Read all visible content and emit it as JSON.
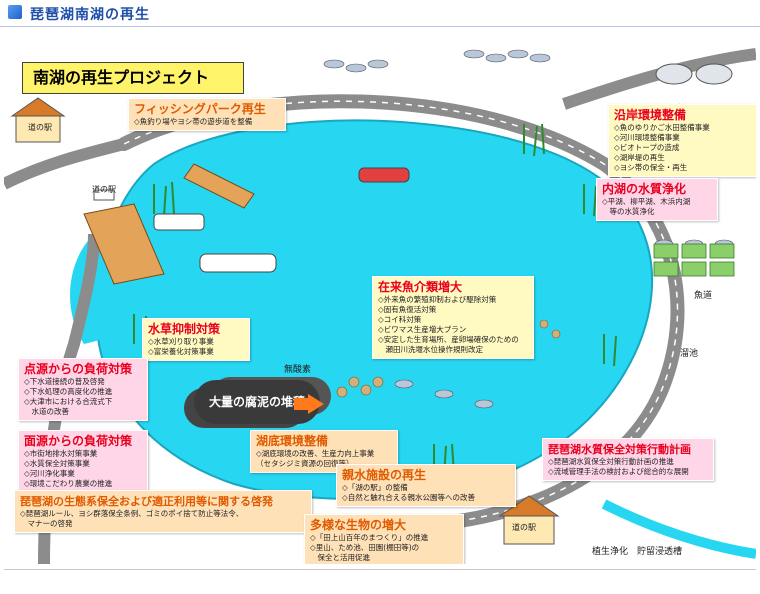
{
  "header": {
    "title": "琵琶湖南湖の再生"
  },
  "project_title": "南湖の再生プロジェクト",
  "map_labels": {
    "michi_no_eki_1": "道の駅",
    "michi_no_eki_2": "道の駅",
    "michi_no_eki_3": "道の駅",
    "fish_road": "魚道",
    "pond": "溜池",
    "low_oxygen": "無酸素",
    "treatment": "植生浄化　貯留浸透槽"
  },
  "sludge": "大量の腐泥の堆積",
  "boxes": {
    "fishing": {
      "title": "フィッシングパーク再生",
      "items": [
        "◇魚釣り場やヨシ帯の遊歩道を整備"
      ]
    },
    "shore": {
      "title": "沿岸環境整備",
      "items": [
        "◇魚のゆりかご水田整備事業",
        "◇河川環境整備事業",
        "◇ビオトープの造成",
        "◇湖岸堤の再生",
        "◇ヨシ帯の保全・再生"
      ]
    },
    "inner": {
      "title": "内湖の水質浄化",
      "items": [
        "◇平湖、柳平湖、木浜内湖",
        "　等の水質浄化"
      ]
    },
    "native": {
      "title": "在来魚介類増大",
      "items": [
        "◇外来魚の繁殖抑制および駆除対策",
        "◇固有魚復活対策",
        "◇コイ科対策",
        "◇ビワマス生産増大プラン",
        "◇安定した生育場所、産卵場確保のための",
        "　瀬田川洗堰水位操作規則改定"
      ]
    },
    "weed": {
      "title": "水草抑制対策",
      "items": [
        "◇水草刈り取り事業",
        "◇富栄養化対策事業"
      ]
    },
    "point": {
      "title": "点源からの負荷対策",
      "items": [
        "◇下水道接続の普及啓発",
        "◇下水処理の高度化の推進",
        "◇大津市における合流式下",
        "　水道の改善"
      ]
    },
    "area": {
      "title": "面源からの負荷対策",
      "items": [
        "◇市街地排水対策事業",
        "◇水質保全対策事業",
        "◇河川浄化事業",
        "◇環境こだわり農業の推進"
      ]
    },
    "awareness": {
      "title": "琵琶湖の生態系保全および適正利用等に関する啓発",
      "items": [
        "◇琵琶湖ルール、ヨシ群落保全条例、ゴミのポイ捨て防止等法令、",
        "　マナーの啓発"
      ]
    },
    "bottom": {
      "title": "湖底環境整備",
      "items": [
        "◇湖底環境の改善、生産力向上事業",
        "（セタシジミ資源の回復等）"
      ]
    },
    "familiar": {
      "title": "親水施設の再生",
      "items": [
        "◇「湖の駅」の整備",
        "◇自然と触れ合える親水公園等への改善"
      ]
    },
    "life": {
      "title": "多様な生物の増大",
      "items": [
        "◇「田上山百年のまつくり」の推進",
        "◇里山、ため池、田園(棚田等)の",
        "　保全と活用促進"
      ]
    },
    "quality": {
      "title": "琵琶湖水質保全対策行動計画",
      "items": [
        "◇琵琶湖水質保全対策行動計画の推進",
        "◇流域管理手法の検討および総合的な展開"
      ]
    }
  },
  "colors": {
    "lake": "#27d6f0",
    "road": "#8c8c8c",
    "reed": "#2e8b2e",
    "land": "#ffffff"
  }
}
